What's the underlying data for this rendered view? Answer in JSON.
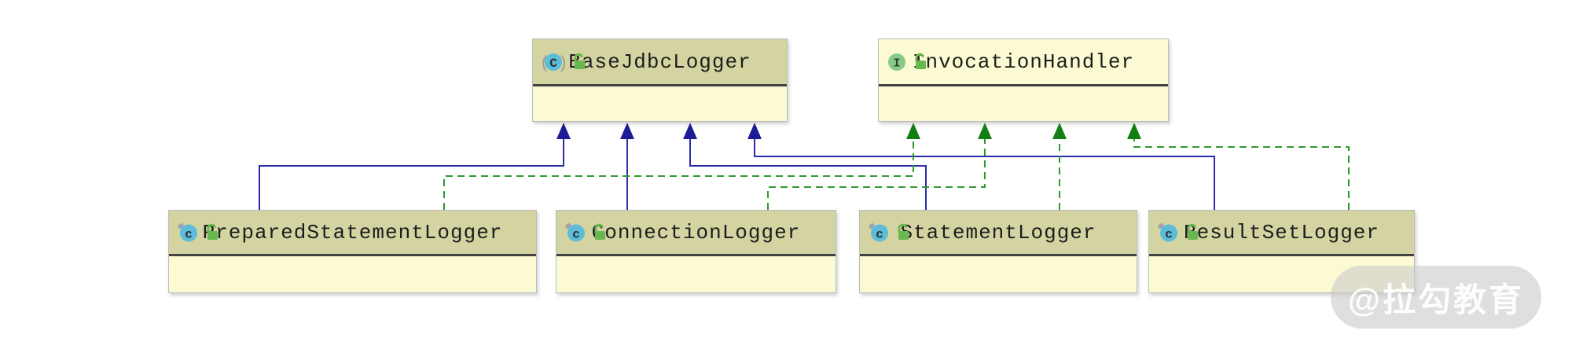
{
  "diagram": {
    "nodes": [
      {
        "id": "base",
        "label": "BaseJdbcLogger",
        "kind": "abstract class",
        "visibility": "public"
      },
      {
        "id": "handler",
        "label": "InvocationHandler",
        "kind": "interface",
        "visibility": "public"
      },
      {
        "id": "psl",
        "label": "PreparedStatementLogger",
        "kind": "class",
        "visibility": "public"
      },
      {
        "id": "cl",
        "label": "ConnectionLogger",
        "kind": "class",
        "visibility": "public"
      },
      {
        "id": "stl",
        "label": "StatementLogger",
        "kind": "class",
        "visibility": "public"
      },
      {
        "id": "rsl",
        "label": "ResultSetLogger",
        "kind": "class",
        "visibility": "public"
      }
    ],
    "edges": [
      {
        "from": "psl",
        "to": "base",
        "type": "extends"
      },
      {
        "from": "cl",
        "to": "base",
        "type": "extends"
      },
      {
        "from": "stl",
        "to": "base",
        "type": "extends"
      },
      {
        "from": "rsl",
        "to": "base",
        "type": "extends"
      },
      {
        "from": "psl",
        "to": "handler",
        "type": "implements"
      },
      {
        "from": "cl",
        "to": "handler",
        "type": "implements"
      },
      {
        "from": "stl",
        "to": "handler",
        "type": "implements"
      },
      {
        "from": "rsl",
        "to": "handler",
        "type": "implements"
      }
    ],
    "colors": {
      "extends_line": "#2c2caa",
      "extends_arrow": "#1c1c96",
      "implements_line": "#2e9b2e",
      "implements_arrow": "#117f11",
      "class_header_bg": "#d4d4a2",
      "interface_header_bg": "#fbfad2",
      "node_body_bg": "#fbfad2",
      "separator": "#424242",
      "class_icon_bg": "#5cbcd9",
      "interface_icon_bg": "#87c987",
      "lock_icon": "#68b852"
    }
  },
  "watermark": {
    "text": "@拉勾教育"
  }
}
